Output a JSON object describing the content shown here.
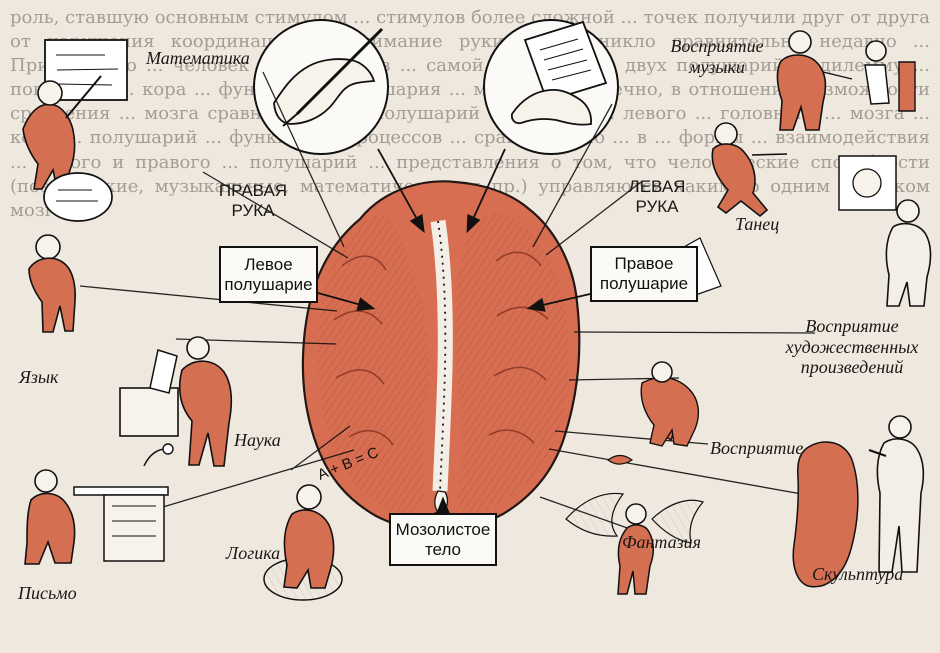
{
  "background_text": "роль, ставшую основным стимулом ... стимулов более сложной ... точек получили друг от друга от нарушения координации ... Внимание руки его возникло сравнительно недавно ... Признанного ... человек поочередно в ... самой организации двух полушарий ... дилемму ... поведение ... кора ... функции ... полушария ... модели ... Конечно, в отношении возможности сравнения ... мозга сравнительно ... полушарий ... правого ... левого ... головного ... мозга ... коры ... полушарий ... функции ... процессов ... сравнительно ... в ... формы ... взаимодействия ... левого и правого ... полушарий ... представления о том, что человеческие способности (поэтические, музыкальные, математические и пр.) управляются каким-то одним участком мозга.",
  "labels": {
    "math": "Математика",
    "right_hand": "ПРАВАЯ\nРУКА",
    "left_hand": "ЛЕВАЯ\nРУКА",
    "music": "Восприятие\nмузыки",
    "dance": "Танец",
    "language": "Язык",
    "science": "Наука",
    "logic": "Логика",
    "writing": "Письмо",
    "art": "Восприятие\nхудожественных\nпроизведений",
    "perception": "Восприятие",
    "fantasy": "Фантазия",
    "sculpture": "Скульптура"
  },
  "boxes": {
    "left_hemisphere": "Левое\nполушарие",
    "right_hemisphere": "Правое\nполушарие",
    "corpus_callosum": "Мозолистое\nтело"
  },
  "sign_text": "A + B = C",
  "colors": {
    "brain": "#d56f52",
    "brain_dark": "#a24431",
    "paper": "#fbfaf6",
    "line": "#111111",
    "bg": "#efe8de"
  },
  "icons": [
    "hand-pen-icon",
    "hand-note-icon",
    "brain-icon",
    "mathematician-icon",
    "violinist-icon",
    "dancer-icon",
    "speaker-icon",
    "scientist-icon",
    "writer-icon",
    "thinker-icon",
    "painter-icon",
    "bird-icon",
    "fairy-icon",
    "sculptor-icon"
  ]
}
